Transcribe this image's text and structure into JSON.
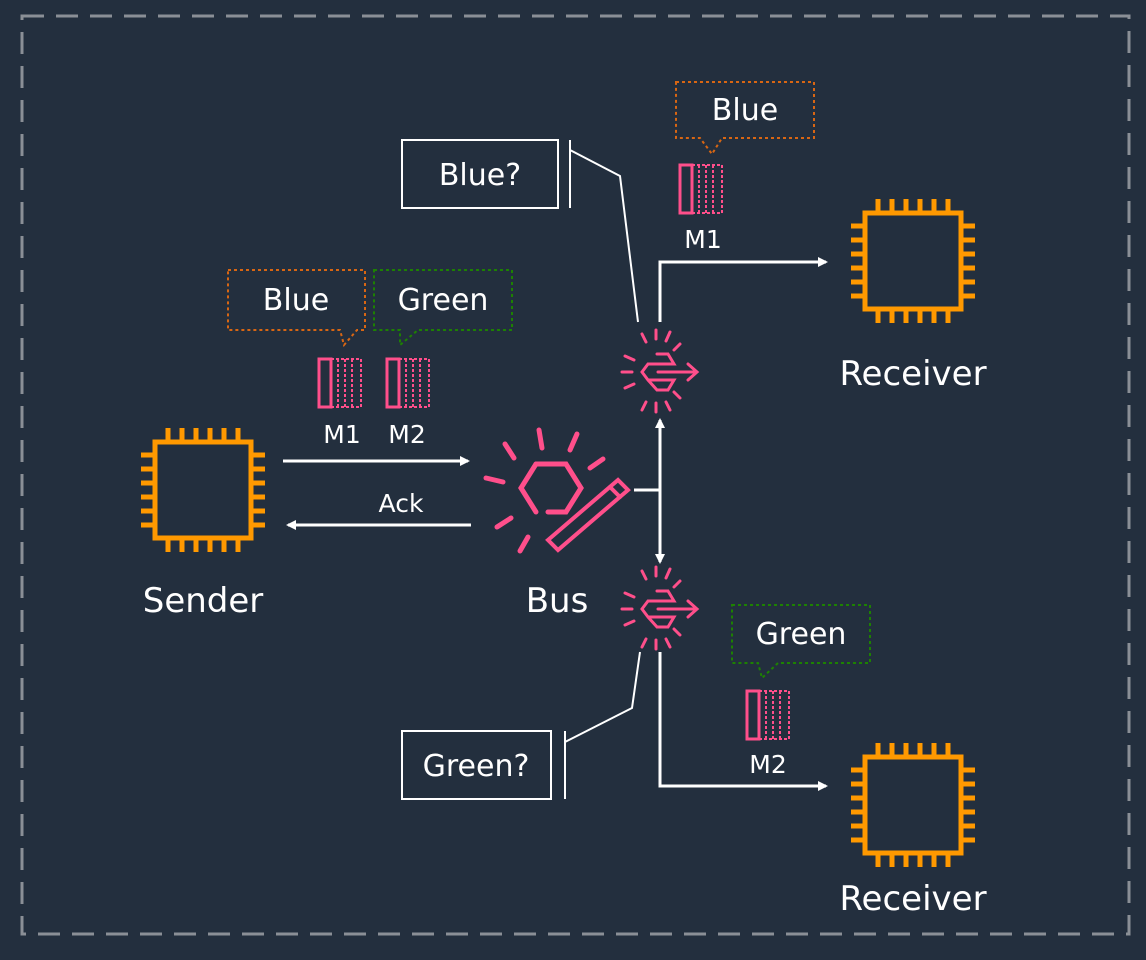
{
  "colors": {
    "background": "#232f3e",
    "border": "#8a8f96",
    "chip": "#ff9900",
    "bus": "#ff4f8b",
    "line": "#ffffff",
    "blue_tag": "#d86613",
    "green_tag": "#1d8102"
  },
  "icons": {
    "sender": "processor-chip-icon",
    "receiver": "processor-chip-icon",
    "bus": "event-bus-icon",
    "rule": "event-rule-icon",
    "message": "message-icon"
  },
  "nodes": {
    "sender_label": "Sender",
    "bus_label": "Bus",
    "receiver_top_label": "Receiver",
    "receiver_bottom_label": "Receiver"
  },
  "sender_messages": {
    "m1_label": "M1",
    "m2_label": "M2",
    "m1_tag": "Blue",
    "m2_tag": "Green",
    "ack_label": "Ack"
  },
  "rules": {
    "top_filter": "Blue?",
    "bottom_filter": "Green?"
  },
  "delivered": {
    "top_message_label": "M1",
    "top_tag": "Blue",
    "bottom_message_label": "M2",
    "bottom_tag": "Green"
  }
}
